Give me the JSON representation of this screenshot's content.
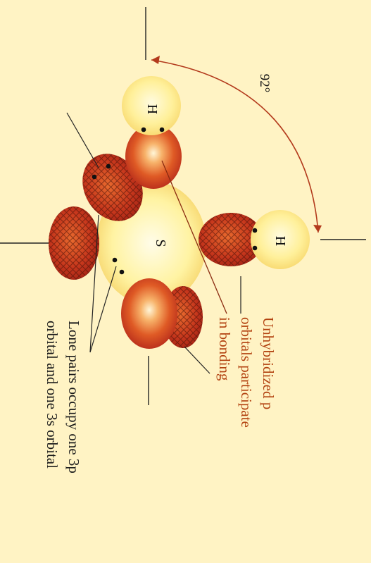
{
  "diagram": {
    "angle": "92°",
    "atom_labels": {
      "sulfur": "S",
      "hydrogen_top": "H",
      "hydrogen_right": "H"
    },
    "label_bonding": [
      "Unhybridized p",
      "orbitals participate",
      "in bonding"
    ],
    "label_lone_pairs": [
      "Lone pairs occupy one 3p",
      "orbital and one 3s orbital"
    ],
    "colors": {
      "background": "#fff3c4",
      "lobe_red": "#c8331a",
      "lobe_orange": "#ef7a2e",
      "yellow_glow": "#fff29a",
      "bonding_text": "#b2410f",
      "angle_arc": "#b33a1c"
    }
  }
}
